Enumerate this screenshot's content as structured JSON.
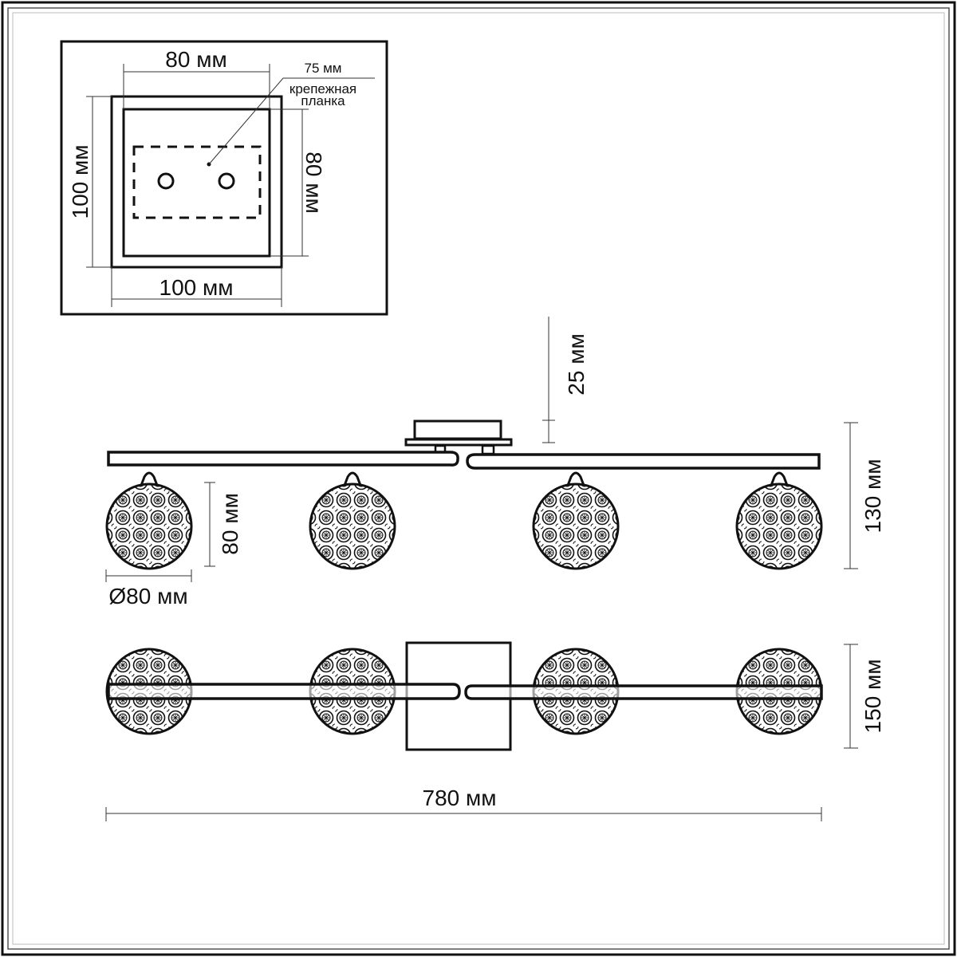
{
  "inset": {
    "top_width": "80 мм",
    "bottom_width": "100 мм",
    "left_height": "100 мм",
    "right_height": "80 мм",
    "bracket_size": "75 мм",
    "bracket_label_line1": "крепежная",
    "bracket_label_line2": "планка"
  },
  "side_view": {
    "canopy_height": "25 мм",
    "total_height": "130 мм",
    "shade_height": "80 мм",
    "shade_diameter": "Ø80 мм"
  },
  "top_view": {
    "depth": "150 мм",
    "total_length": "780 мм"
  },
  "colors": {
    "line": "#111111",
    "background": "#ffffff"
  }
}
